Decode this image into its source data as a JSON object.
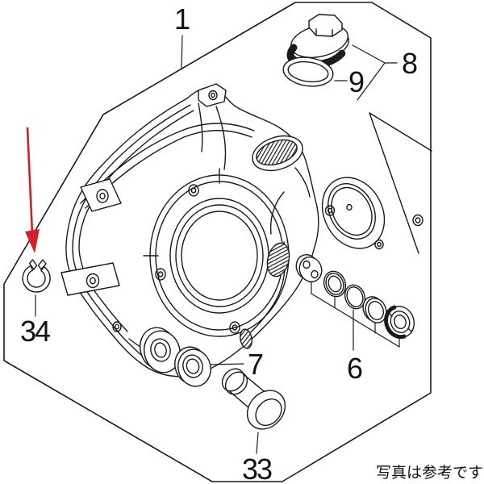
{
  "caption": "写真は参考です",
  "labels": {
    "part1": "1",
    "part8": "8",
    "part9": "9",
    "part34": "34",
    "part7": "7",
    "part6": "6",
    "part33": "33"
  },
  "colors": {
    "line": "#1a1a1a",
    "arrow": "#d42020",
    "background": "#ffffff"
  }
}
